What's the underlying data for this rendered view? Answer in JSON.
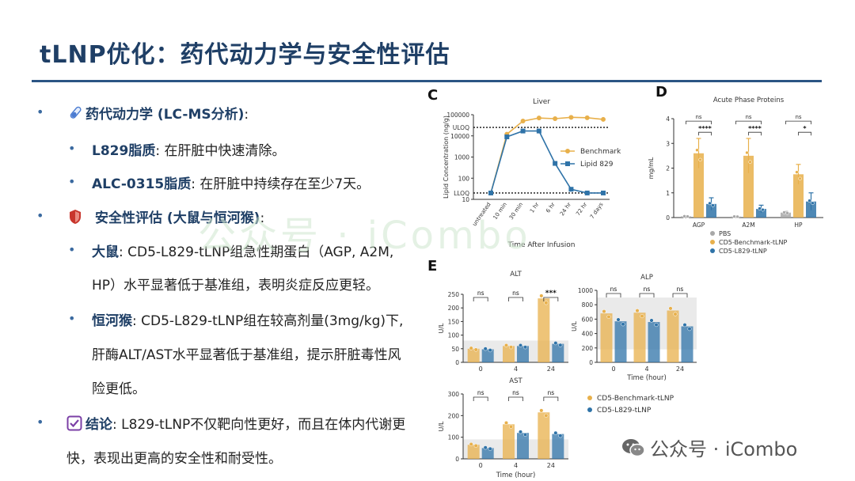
{
  "slide_title": "tLNP优化：药代动力学与安全性评估",
  "bullets": {
    "pk_head": {
      "key": "药代动力学 (LC-MS分析)",
      "rest": ":"
    },
    "l829": {
      "key": "L829脂质",
      "rest": ": 在肝脏中快速清除。"
    },
    "alc": {
      "key": "ALC-0315脂质",
      "rest": ": 在肝脏中持续存在至少7天。"
    },
    "safety_head": {
      "key": "安全性评估 (大鼠与恒河猴)",
      "rest": ":"
    },
    "rat_line1": {
      "key": "大鼠",
      "rest": ": CD5-L829-tLNP组急性期蛋白（AGP, A2M,"
    },
    "rat_line2": "HP）水平显著低于基准组，表明炎症反应更轻。",
    "monkey_line1": {
      "key": "恒河猴",
      "rest": ": CD5-L829-tLNP组在较高剂量(3mg/kg)下,"
    },
    "monkey_line2": "肝酶ALT/AST水平显著低于基准组，提示肝脏毒性风",
    "monkey_line3": "险更低。",
    "concl_line1": {
      "key": "结论",
      "rest": ": L829-tLNP不仅靶向性更好，而且在体内代谢更"
    },
    "concl_line2": "快，表现出更高的安全性和耐受性。"
  },
  "panel_labels": {
    "c": "C",
    "d": "D",
    "e": "E"
  },
  "colors": {
    "benchmark": "#e8b04b",
    "l829": "#2f73a8",
    "pbs": "#a8a8a8",
    "title": "#1f3f66",
    "band": "#dcdcdc"
  },
  "icons": {
    "pk": "test-tube-icon",
    "safety": "shield-icon",
    "conclusion": "checkbox-icon",
    "footer": "wechat-icon"
  },
  "watermark": "公众号 · iCombo",
  "footer_text": "公众号 · iCombo",
  "chart_data": [
    {
      "id": "liver",
      "type": "line",
      "title": "Liver",
      "xlabel": "Time After Infusion",
      "ylabel": "Lipid Concentration (ng/g)",
      "categories": [
        "untreated",
        "10 min",
        "30 min",
        "1 hr",
        "6 hr",
        "24 hr",
        "72 hr",
        "7 days"
      ],
      "yscale": "log",
      "ylim": [
        10,
        100000
      ],
      "yticks": [
        {
          "v": 10,
          "label": "10"
        },
        {
          "v": 100,
          "label": "100"
        },
        {
          "v": 1000,
          "label": "1000"
        },
        {
          "v": 10000,
          "label": "10000"
        },
        {
          "v": 100000,
          "label": "100000"
        }
      ],
      "ref_lines": [
        {
          "v": 25000,
          "label": "ULOQ"
        },
        {
          "v": 20,
          "label": "LLOQ"
        }
      ],
      "legend_position": "right",
      "series": [
        {
          "name": "Benchmark",
          "color": "#e8b04b",
          "values": [
            20,
            12000,
            50000,
            70000,
            65000,
            75000,
            72000,
            60000
          ]
        },
        {
          "name": "Lipid 829",
          "color": "#2f73a8",
          "values": [
            20,
            9000,
            17000,
            17000,
            500,
            30,
            20,
            20
          ]
        }
      ]
    },
    {
      "id": "app",
      "type": "bar",
      "title": "Acute Phase Proteins",
      "ylabel": "mg/mL",
      "categories": [
        "AGP",
        "A2M",
        "HP"
      ],
      "ylim": [
        0,
        4
      ],
      "yticks": [
        0,
        1,
        2,
        3,
        4
      ],
      "legend_position": "bottom",
      "series": [
        {
          "name": "PBS",
          "color": "#a8a8a8",
          "values": [
            0.05,
            0.04,
            0.2
          ],
          "err": [
            0.02,
            0.02,
            0.05
          ]
        },
        {
          "name": "CD5-Benchmark-tLNP",
          "color": "#e8b04b",
          "values": [
            2.6,
            2.5,
            1.75
          ],
          "err": [
            0.6,
            0.7,
            0.4
          ]
        },
        {
          "name": "CD5-L829-tLNP",
          "color": "#2f73a8",
          "values": [
            0.55,
            0.35,
            0.65
          ],
          "err": [
            0.25,
            0.15,
            0.35
          ]
        }
      ],
      "annotations": [
        {
          "cat": "AGP",
          "top": "ns",
          "bottom": "****"
        },
        {
          "cat": "A2M",
          "top": "ns",
          "bottom": "****"
        },
        {
          "cat": "HP",
          "top": "ns",
          "bottom": "*"
        }
      ]
    },
    {
      "id": "alt",
      "type": "bar",
      "title": "ALT",
      "ylabel": "U/L",
      "xlabel": "",
      "categories": [
        "0",
        "4",
        "24"
      ],
      "ylim": [
        0,
        250
      ],
      "yticks": [
        0,
        50,
        100,
        150,
        200,
        250
      ],
      "band": [
        0,
        80
      ],
      "series": [
        {
          "name": "CD5-Benchmark-tLNP",
          "color": "#e8b04b",
          "values": [
            50,
            60,
            235
          ]
        },
        {
          "name": "CD5-L829-tLNP",
          "color": "#2f73a8",
          "values": [
            48,
            60,
            68
          ]
        }
      ],
      "annotations": [
        "ns",
        "ns",
        "***"
      ]
    },
    {
      "id": "alp",
      "type": "bar",
      "title": "ALP",
      "ylabel": "U/L",
      "xlabel": "Time (hour)",
      "categories": [
        "0",
        "4",
        "24"
      ],
      "ylim": [
        0,
        1000
      ],
      "yticks": [
        0,
        200,
        400,
        600,
        800,
        1000
      ],
      "band": [
        180,
        900
      ],
      "series": [
        {
          "name": "CD5-Benchmark-tLNP",
          "color": "#e8b04b",
          "values": [
            680,
            690,
            720
          ]
        },
        {
          "name": "CD5-L829-tLNP",
          "color": "#2f73a8",
          "values": [
            570,
            560,
            500
          ]
        }
      ],
      "annotations": [
        "ns",
        "ns",
        "ns"
      ]
    },
    {
      "id": "ast",
      "type": "bar",
      "title": "AST",
      "ylabel": "U/L",
      "xlabel": "Time (hour)",
      "categories": [
        "0",
        "4",
        "24"
      ],
      "ylim": [
        0,
        300
      ],
      "yticks": [
        0,
        100,
        200,
        300
      ],
      "band": [
        0,
        90
      ],
      "series": [
        {
          "name": "CD5-Benchmark-tLNP",
          "color": "#e8b04b",
          "values": [
            65,
            160,
            215
          ]
        },
        {
          "name": "CD5-L829-tLNP",
          "color": "#2f73a8",
          "values": [
            50,
            120,
            115
          ]
        }
      ],
      "annotations": [
        "ns",
        "ns",
        "ns"
      ]
    }
  ],
  "e_legend": [
    {
      "name": "CD5-Benchmark-tLNP",
      "color": "#e8b04b"
    },
    {
      "name": "CD5-L829-tLNP",
      "color": "#2f73a8"
    }
  ]
}
